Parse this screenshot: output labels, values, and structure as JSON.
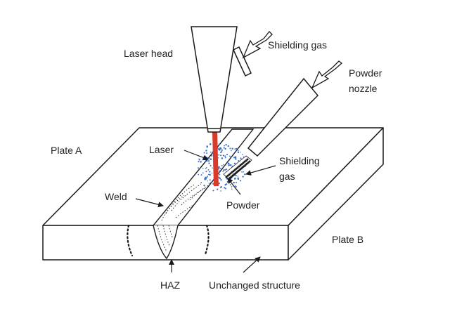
{
  "labels": {
    "laser_head": "Laser head",
    "shielding_gas_top": "Shielding gas",
    "powder_nozzle_line1": "Powder",
    "powder_nozzle_line2": "nozzle",
    "plate_a": "Plate A",
    "laser": "Laser",
    "shielding_gas_side_line1": "Shielding",
    "shielding_gas_side_line2": "gas",
    "weld": "Weld",
    "powder": "Powder",
    "plate_b": "Plate B",
    "haz": "HAZ",
    "unchanged_structure": "Unchanged structure"
  },
  "colors": {
    "line": "#1a1a1a",
    "laser_beam": "#d93a2b",
    "gas_dots": "#3a6fc4",
    "background": "#ffffff"
  }
}
